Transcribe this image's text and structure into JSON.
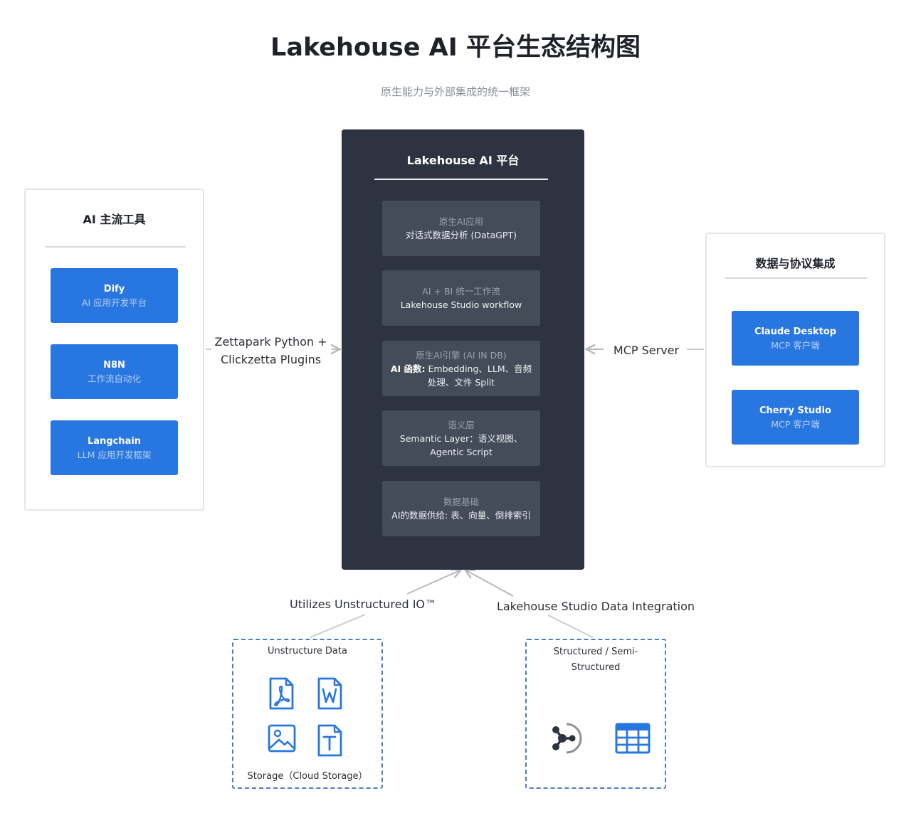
{
  "header": {
    "title": "Lakehouse AI 平台生态结构图",
    "subtitle": "原生能力与外部集成的统一框架"
  },
  "left_panel": {
    "title": "AI 主流工具",
    "items": [
      {
        "name": "Dify",
        "desc": "AI 应用开发平台"
      },
      {
        "name": "N8N",
        "desc": "工作流自动化"
      },
      {
        "name": "Langchain",
        "desc": "LLM 应用开发框架"
      }
    ]
  },
  "right_panel": {
    "title": "数据与协议集成",
    "items": [
      {
        "name": "Claude Desktop",
        "desc": "MCP 客户端"
      },
      {
        "name": "Cherry Studio",
        "desc": "MCP 客户端"
      }
    ]
  },
  "platform": {
    "title": "Lakehouse AI 平台",
    "layers": [
      {
        "title": "原生AI应用",
        "desc": "对话式数据分析 (DataGPT)"
      },
      {
        "title": "AI + BI 统一工作流",
        "desc": "Lakehouse Studio workflow"
      },
      {
        "title": "原生AI引擎 (AI IN DB)",
        "desc_bold": "AI 函数:",
        "desc": " Embedding、LLM、音频处理、文件 Split"
      },
      {
        "title": "语义层",
        "desc": "Semantic Layer：语义视图、Agentic Script"
      },
      {
        "title": "数据基础",
        "desc": "AI的数据供给: 表、向量、倒排索引"
      }
    ]
  },
  "connectors": {
    "left_line1": "Zettapark Python +",
    "left_line2": "Clickzetta Plugins",
    "right": "MCP Server",
    "bottom_left": "Utilizes Unstructured IO™",
    "bottom_right": "Lakehouse Studio Data Integration"
  },
  "unstructured": {
    "title": "Unstructure Data",
    "footer": "Storage（Cloud Storage）",
    "icons": [
      "pdf-file-icon",
      "word-file-icon",
      "image-file-icon",
      "text-file-icon"
    ]
  },
  "structured": {
    "title_line1": "Structured / Semi-",
    "title_line2": "Structured",
    "icons": [
      "share-network-icon",
      "table-grid-icon"
    ]
  },
  "colors": {
    "accent_blue": "#2876e0",
    "platform_dark": "#2d3340",
    "layer_gray": "#454c59",
    "dashed_border": "#4a7fc4"
  }
}
